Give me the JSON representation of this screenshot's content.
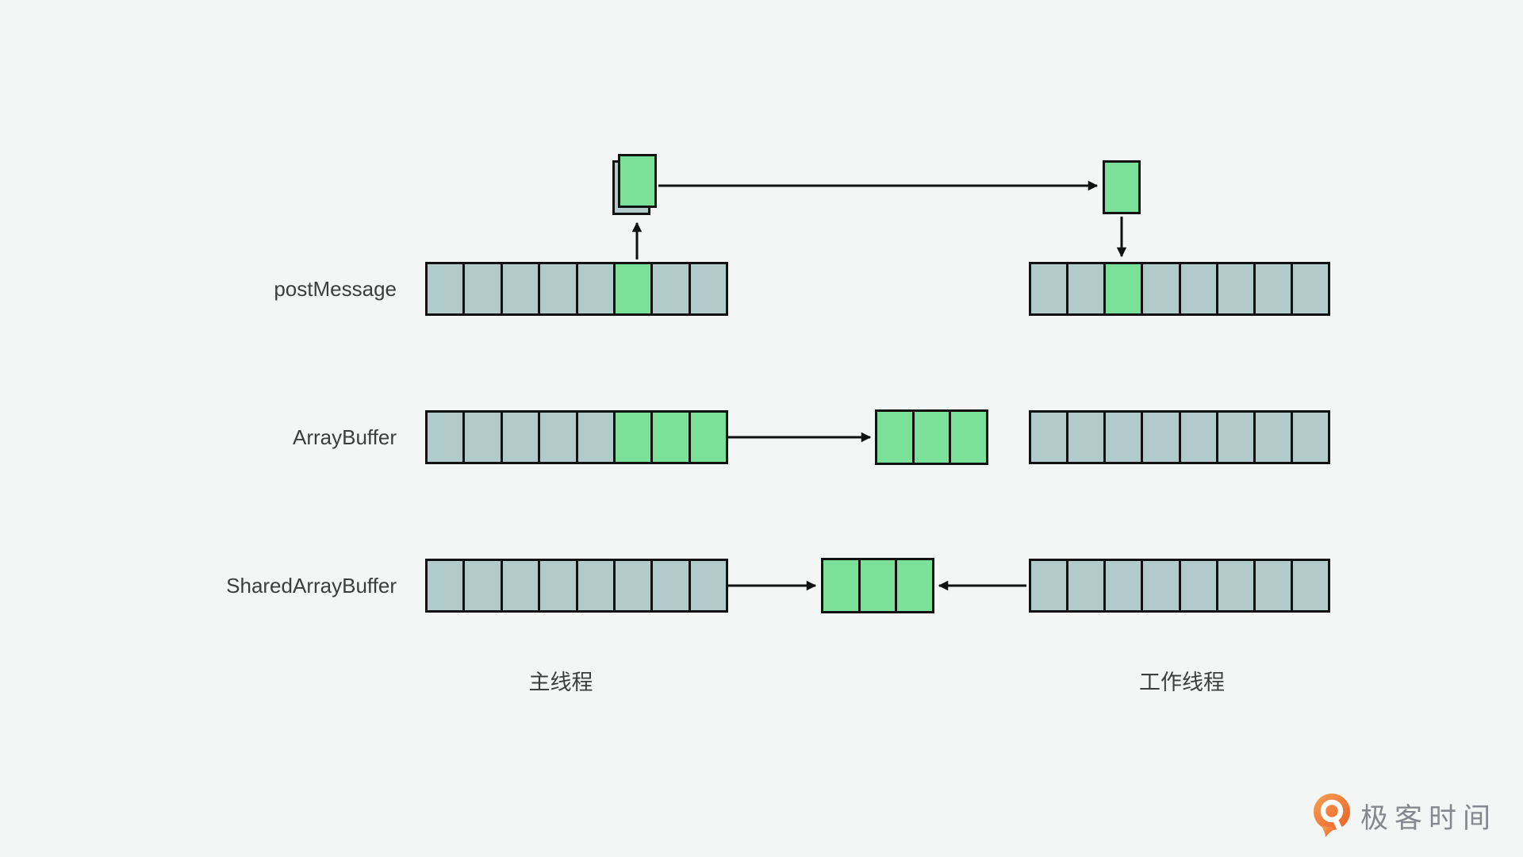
{
  "colors": {
    "background": "#f4f6f5",
    "cell": "#b1cbca",
    "highlight": "#7be098",
    "border": "#111111",
    "label_text": "#3d3d3d",
    "logo_text": "#87878f",
    "logo_orange_light": "#f9a055",
    "logo_orange_dark": "#e86023"
  },
  "rows": [
    {
      "label": "postMessage",
      "left": {
        "cells": [
          0,
          0,
          0,
          0,
          0,
          1,
          0,
          0
        ]
      },
      "right": {
        "cells": [
          0,
          0,
          1,
          0,
          0,
          0,
          0,
          0
        ]
      }
    },
    {
      "label": "ArrayBuffer",
      "left": {
        "cells": [
          0,
          0,
          0,
          0,
          0,
          1,
          1,
          1
        ]
      },
      "middle": {
        "cells": [
          1,
          1,
          1
        ]
      },
      "right": {
        "cells": [
          0,
          0,
          0,
          0,
          0,
          0,
          0,
          0
        ]
      }
    },
    {
      "label": "SharedArrayBuffer",
      "left": {
        "cells": [
          0,
          0,
          0,
          0,
          0,
          0,
          0,
          0
        ]
      },
      "middle": {
        "cells": [
          1,
          1,
          1
        ]
      },
      "right": {
        "cells": [
          0,
          0,
          0,
          0,
          0,
          0,
          0,
          0
        ]
      }
    }
  ],
  "threads": {
    "main_label": "主线程",
    "worker_label": "工作线程"
  },
  "logo": {
    "text": "极客时间"
  }
}
